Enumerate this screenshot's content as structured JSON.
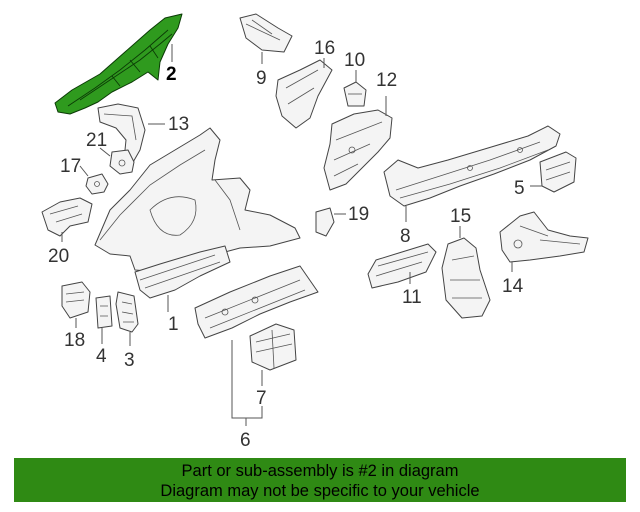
{
  "highlight_color": "#2f9a1e",
  "banner_color": "#2f8a14",
  "highlighted_part": "2",
  "callouts": {
    "p1": "1",
    "p2": "2",
    "p3": "3",
    "p4": "4",
    "p5": "5",
    "p6": "6",
    "p7": "7",
    "p8": "8",
    "p9": "9",
    "p10": "10",
    "p11": "11",
    "p12": "12",
    "p13": "13",
    "p14": "14",
    "p15": "15",
    "p16": "16",
    "p17": "17",
    "p18": "18",
    "p19": "19",
    "p20": "20",
    "p21": "21"
  },
  "footer": {
    "line1": "Part or sub-assembly is #2 in diagram",
    "line2": "Diagram may not be specific to your vehicle"
  }
}
